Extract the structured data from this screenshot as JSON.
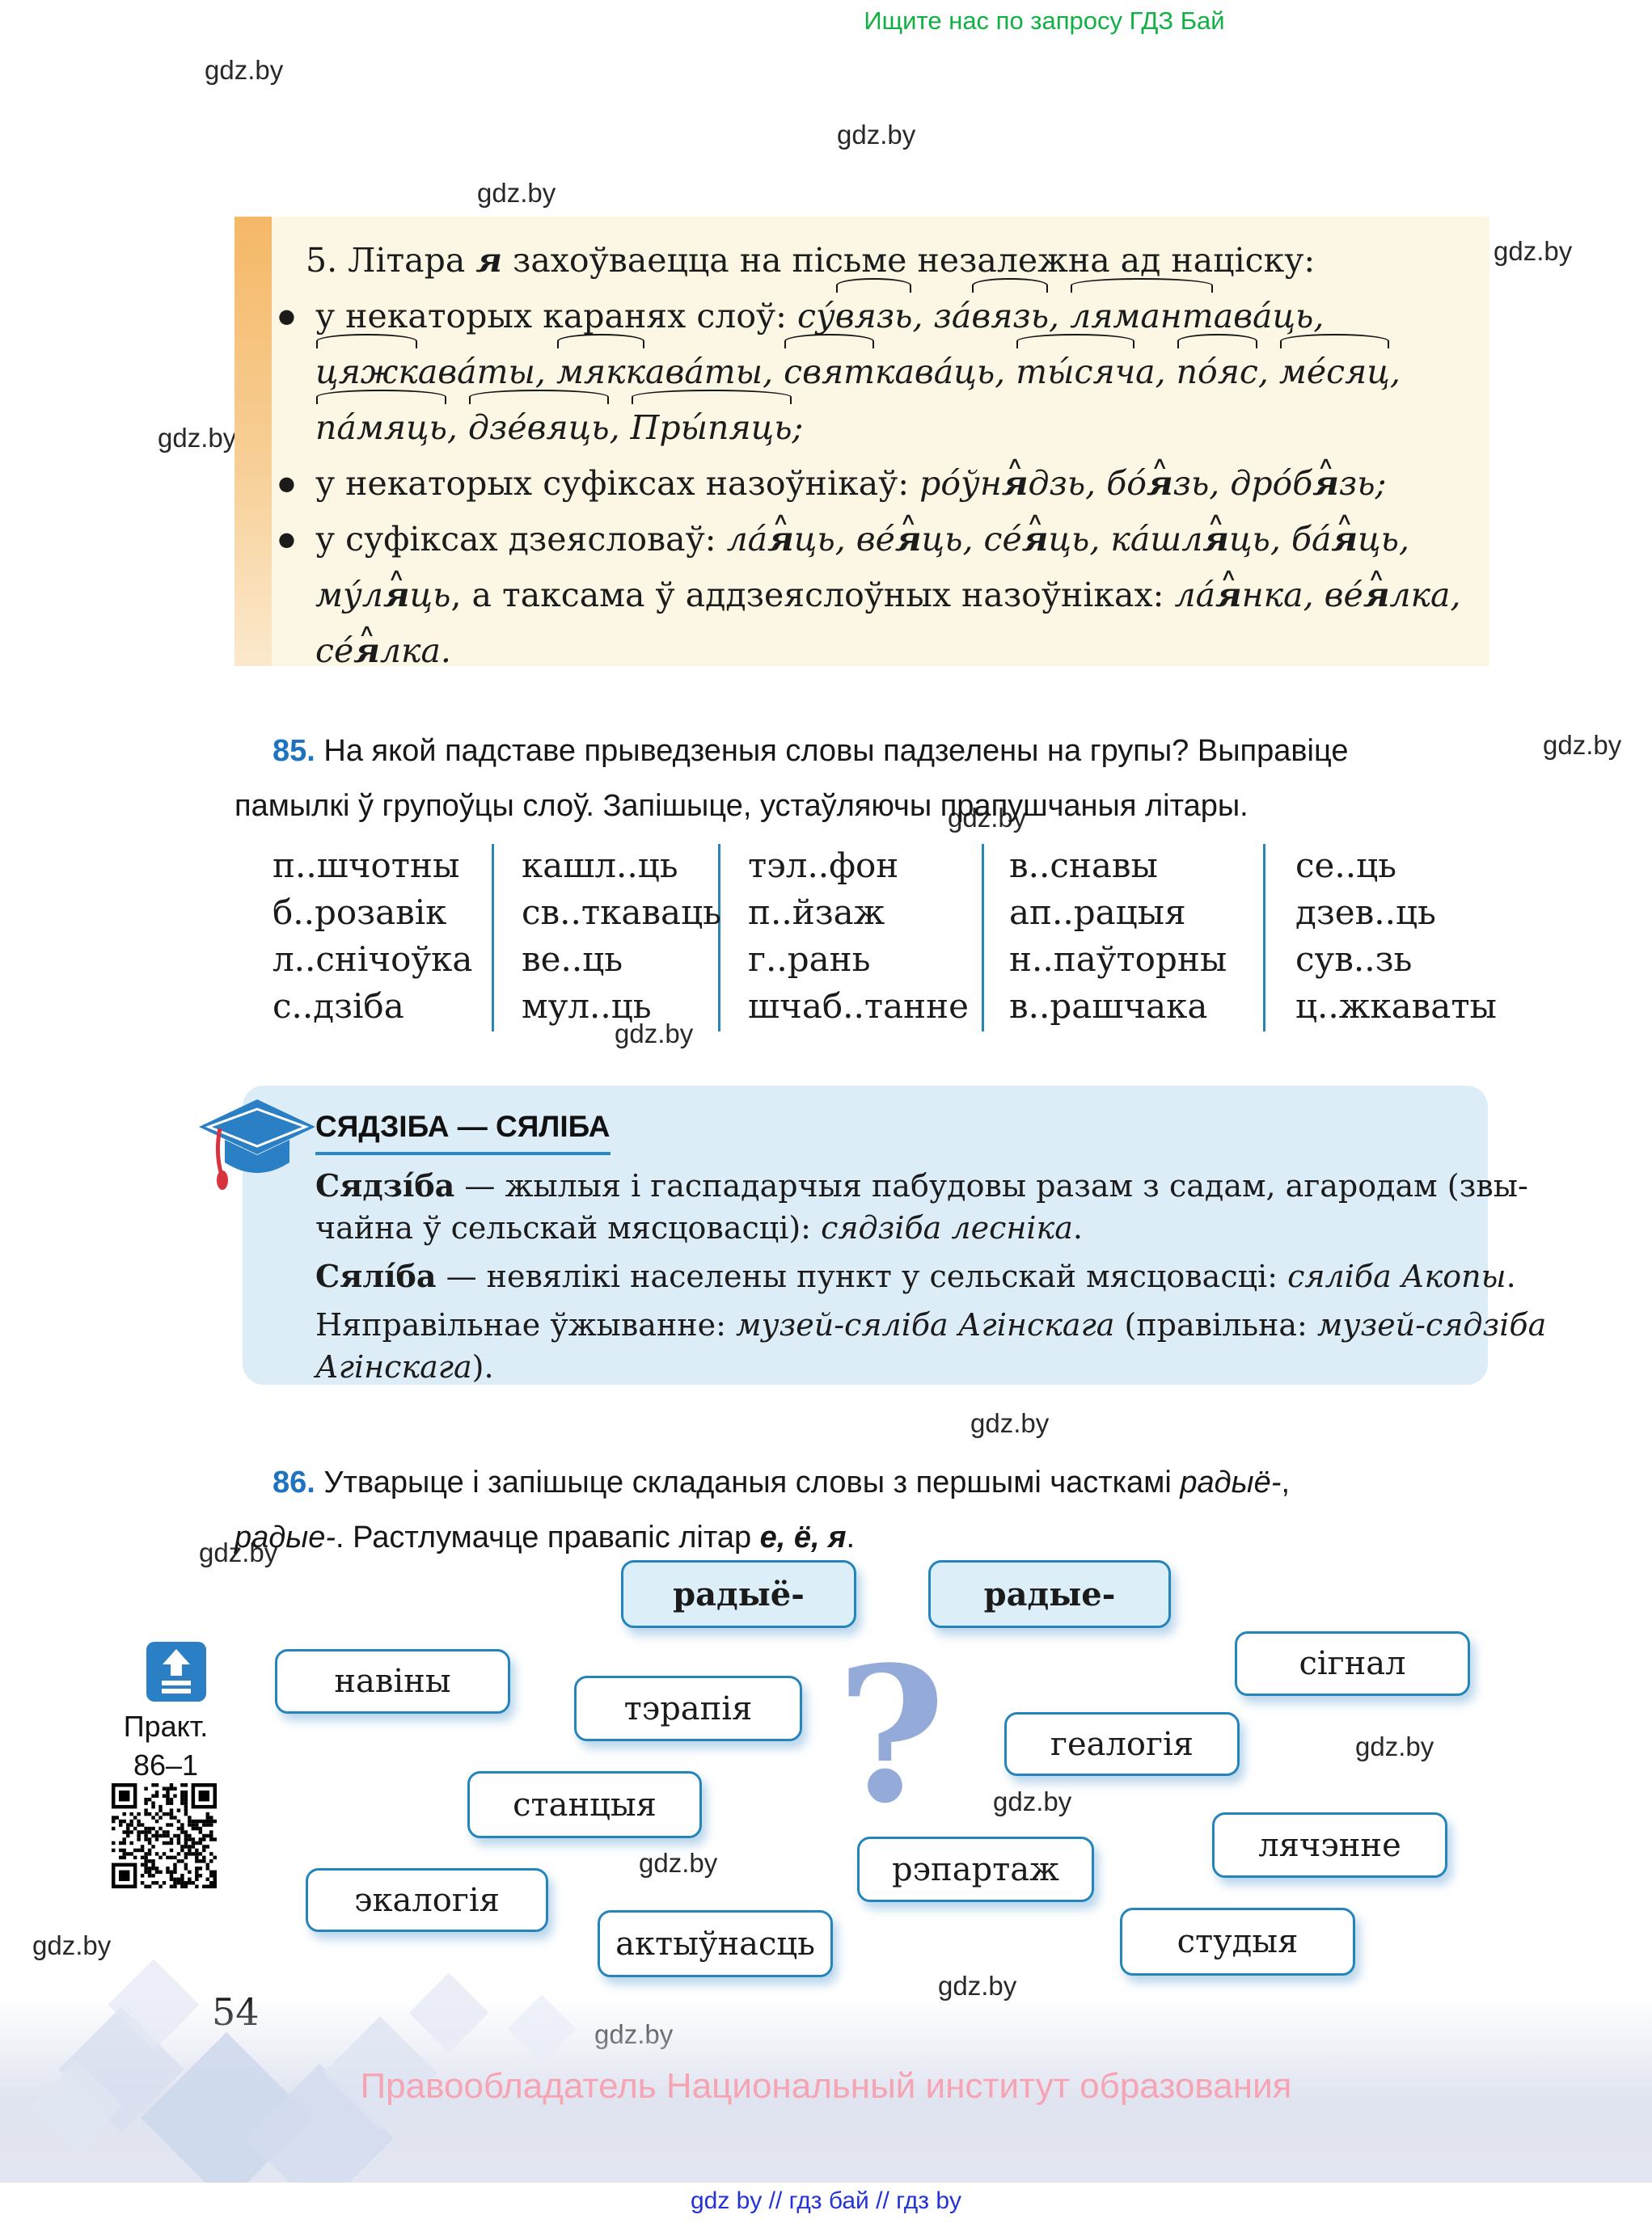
{
  "header": {
    "promo": "Ищите нас по запросу ГДЗ Бай"
  },
  "watermark_text": "gdz.by",
  "rule_box": {
    "lines": [
      {
        "cls": "title",
        "segs": [
          [
            "5. Літара ",
            ""
          ],
          [
            "я",
            "bi"
          ],
          [
            " захоўваецца на пісьме незалежна ад націску:",
            ""
          ]
        ]
      },
      {
        "cls": "first",
        "segs": [
          [
            "у некаторых каранях слоў: ",
            ""
          ],
          [
            "су́",
            "i"
          ],
          [
            "вязь",
            "i arc"
          ],
          [
            ", ",
            "i"
          ],
          [
            "за́",
            "i"
          ],
          [
            "вязь",
            "i arc"
          ],
          [
            ", ",
            "i"
          ],
          [
            "лямант",
            "i arc"
          ],
          [
            "ава́ць,",
            "i"
          ]
        ]
      },
      {
        "cls": "cont",
        "segs": [
          [
            "цяжк",
            "i arc"
          ],
          [
            "ава́ты, ",
            "i"
          ],
          [
            "мякк",
            "i arc"
          ],
          [
            "ава́ты, ",
            "i"
          ],
          [
            "свят",
            "i arc"
          ],
          [
            "кава́ць, ",
            "i"
          ],
          [
            "ты́сяч",
            "i arc"
          ],
          [
            "а, ",
            "i"
          ],
          [
            "по́яс",
            "i arc"
          ],
          [
            ", ",
            "i"
          ],
          [
            "ме́сяц",
            "i arc"
          ],
          [
            ",",
            "i"
          ]
        ]
      },
      {
        "cls": "cont",
        "segs": [
          [
            "па́мяць",
            "i arc"
          ],
          [
            ", ",
            "i"
          ],
          [
            "дзе́вяць",
            "i arc"
          ],
          [
            ", ",
            "i"
          ],
          [
            "Пры́пяць",
            "i arc"
          ],
          [
            ";",
            "i"
          ]
        ]
      },
      {
        "cls": "first",
        "segs": [
          [
            "у некаторых суфіксах назоўнікаў: ",
            ""
          ],
          [
            "ро́ўн",
            "i"
          ],
          [
            "я",
            "i sfx"
          ],
          [
            "дзь, ",
            "i"
          ],
          [
            "бо́",
            "i"
          ],
          [
            "я",
            "i sfx"
          ],
          [
            "зь, ",
            "i"
          ],
          [
            "дро́б",
            "i"
          ],
          [
            "я",
            "i sfx"
          ],
          [
            "зь;",
            "i"
          ]
        ]
      },
      {
        "cls": "first",
        "segs": [
          [
            "у суфіксах дзеясловаў: ",
            ""
          ],
          [
            "ла́",
            "i"
          ],
          [
            "я",
            "i sfx"
          ],
          [
            "ць, ",
            "i"
          ],
          [
            "ве́",
            "i"
          ],
          [
            "я",
            "i sfx"
          ],
          [
            "ць, ",
            "i"
          ],
          [
            "се́",
            "i"
          ],
          [
            "я",
            "i sfx"
          ],
          [
            "ць, ",
            "i"
          ],
          [
            "ка́шл",
            "i"
          ],
          [
            "я",
            "i sfx"
          ],
          [
            "ць, ",
            "i"
          ],
          [
            "ба́",
            "i"
          ],
          [
            "я",
            "i sfx"
          ],
          [
            "ць,",
            "i"
          ]
        ]
      },
      {
        "cls": "cont",
        "segs": [
          [
            "му́л",
            "i"
          ],
          [
            "я",
            "i sfx"
          ],
          [
            "ць",
            "i"
          ],
          [
            ", а таксама ў аддзеяслоўных назоўніках: ",
            ""
          ],
          [
            "ла́",
            "i"
          ],
          [
            "я",
            "i sfx"
          ],
          [
            "нка, ",
            "i"
          ],
          [
            "ве́",
            "i"
          ],
          [
            "я",
            "i sfx"
          ],
          [
            "лка,",
            "i"
          ]
        ]
      },
      {
        "cls": "cont",
        "segs": [
          [
            "се́",
            "i"
          ],
          [
            "я",
            "i sfx"
          ],
          [
            "лка.",
            "i"
          ]
        ]
      }
    ]
  },
  "exercise85": {
    "number": "85.",
    "line1": "На якой падставе прыведзеныя словы падзелены на групы? Выправіце",
    "line2": "памылкі ў групоўцы слоў. Запішыце, устаўляючы прапушчаныя літары."
  },
  "word_table": {
    "columns": [
      [
        "п..шчотны",
        "б..розавік",
        "л..снічоўка",
        "с..дзіба"
      ],
      [
        "кашл..ць",
        "св..ткаваць",
        "ве..ць",
        "мул..ць"
      ],
      [
        "тэл..фон",
        "п..йзаж",
        "г..рань",
        "шчаб..танне"
      ],
      [
        "в..снавы",
        "ап..рацыя",
        "н..паўторны",
        "в..рашчака"
      ],
      [
        "се..ць",
        "дзев..ць",
        "сув..зь",
        "ц..жкаваты"
      ]
    ]
  },
  "info_box": {
    "title": "СЯДЗІБА — СЯЛІБА",
    "lines": [
      {
        "cls": "p",
        "segs": [
          [
            "Сядзі́ба",
            "b"
          ],
          [
            " — жылыя і гаспадарчыя пабудовы разам з садам, агародам (звы-",
            ""
          ]
        ]
      },
      {
        "cls": "p",
        "segs": [
          [
            "чайна ў сельскай мясцовасці): ",
            ""
          ],
          [
            "сядзіба лесніка",
            "i"
          ],
          [
            ".",
            ""
          ]
        ]
      },
      {
        "cls": "p gap",
        "segs": [
          [
            "Сялі́ба",
            "b"
          ],
          [
            " — невялікі населены пункт у сельскай мясцовасці: ",
            ""
          ],
          [
            "сяліба Акопы",
            "i"
          ],
          [
            ".",
            ""
          ]
        ]
      },
      {
        "cls": "p gap",
        "segs": [
          [
            "Няправільнае ўжыванне: ",
            ""
          ],
          [
            "музей-сяліба Агінскага",
            "i"
          ],
          [
            " (правільна: ",
            ""
          ],
          [
            "музей-сядзіба",
            "i"
          ]
        ]
      },
      {
        "cls": "p",
        "segs": [
          [
            "Агінскага",
            "i"
          ],
          [
            ").",
            ""
          ]
        ]
      }
    ]
  },
  "exercise86": {
    "number": "86.",
    "lines": [
      {
        "cls": "l1",
        "segs": [
          [
            "Утварыце і запішыце складаныя словы з першымі часткамі ",
            ""
          ],
          [
            "радыё-",
            "i"
          ],
          [
            ",",
            ""
          ]
        ]
      },
      {
        "cls": "l2",
        "segs": [
          [
            "радые-",
            "i"
          ],
          [
            ". Растлумачце правапіс літар ",
            ""
          ],
          [
            "е, ё, я",
            "bi"
          ],
          [
            ".",
            ""
          ]
        ]
      }
    ]
  },
  "bubbles": [
    {
      "label": "радыё-",
      "accent": true
    },
    {
      "label": "радые-",
      "accent": true
    },
    {
      "label": "навіны",
      "accent": false
    },
    {
      "label": "сігнал",
      "accent": false
    },
    {
      "label": "тэрапія",
      "accent": false
    },
    {
      "label": "геалогія",
      "accent": false
    },
    {
      "label": "станцыя",
      "accent": false
    },
    {
      "label": "лячэнне",
      "accent": false
    },
    {
      "label": "рэпартаж",
      "accent": false
    },
    {
      "label": "экалогія",
      "accent": false
    },
    {
      "label": "актыўнасць",
      "accent": false
    },
    {
      "label": "студыя",
      "accent": false
    }
  ],
  "question_mark": "?",
  "sidebar": {
    "practice_label": "Практ.",
    "practice_number": "86–1"
  },
  "page_number": "54",
  "footer": {
    "copyright": "Правообладатель Национальный институт образования",
    "links": "gdz by  //  гдз бай  //  гдз by"
  },
  "colors": {
    "accent_blue": "#2585bb",
    "exercise_number_blue": "#1d73bf",
    "rule_box_bg": "#fbf7e4",
    "info_box_bg": "#dcedf8",
    "promo_green": "#12b044",
    "copyright_pink": "#f6a3b3",
    "links_blue": "#2433d6"
  }
}
